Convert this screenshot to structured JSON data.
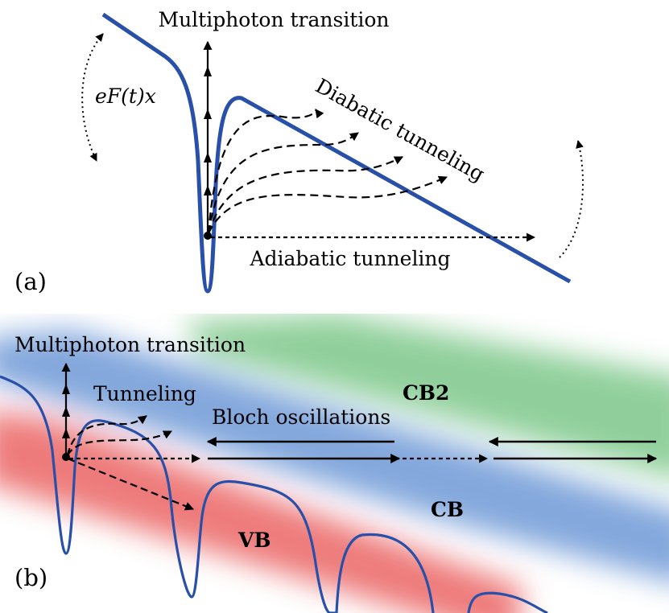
{
  "panel_a": {
    "label": "(a)",
    "multiphoton_label": "Multiphoton transition",
    "field_label": "eF(t)x",
    "diabatic_label": "Diabatic tunneling",
    "adiabatic_label": "Adiabatic tunneling"
  },
  "panel_b": {
    "label": "(b)",
    "multiphoton_label": "Multiphoton transition",
    "tunneling_label": "Tunneling",
    "bloch_label": "Bloch oscillations",
    "band_vb": "VB",
    "band_cb": "CB",
    "band_cb2": "CB2"
  },
  "colors": {
    "potential_line": "#2850a8",
    "band_vb": "#e85050",
    "band_cb": "#5a8ad0",
    "band_cb2": "#6cc07a",
    "arrow": "#000000"
  }
}
